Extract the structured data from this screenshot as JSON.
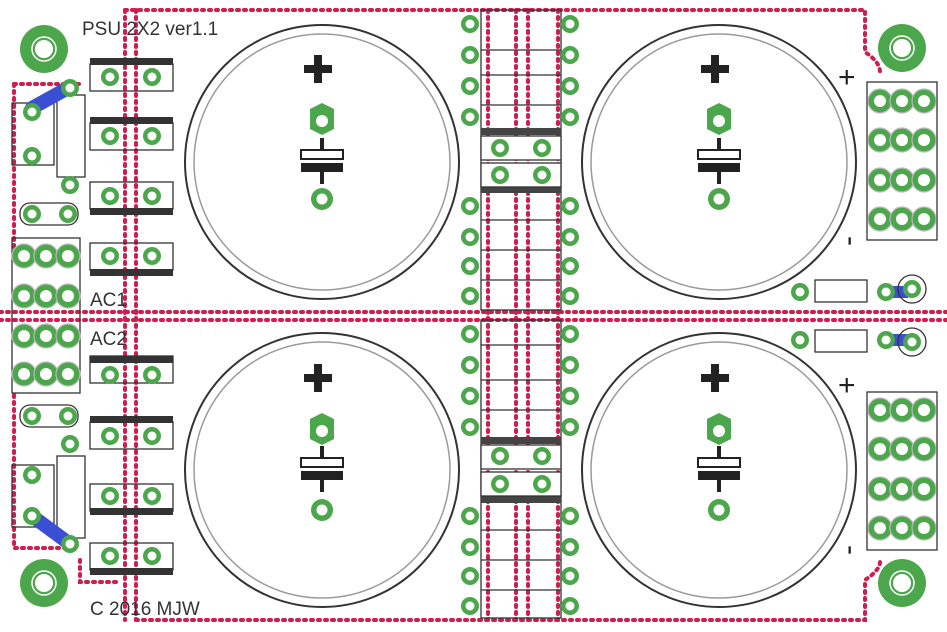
{
  "board": {
    "title": "PSU 2X2 ver1.1",
    "copyright": "C 2016 MJW",
    "labels": {
      "ac1": "AC1",
      "ac2": "AC2",
      "plus": "+",
      "minus": "-"
    }
  },
  "colors": {
    "background": "#ffffff",
    "silkscreen": "#333333",
    "pad_fill": "#4ca64c",
    "pad_hole": "#ffffff",
    "trace_dotted": "#cc1f4e",
    "bridge": "#3b4fd4",
    "outline": "#b3b3b3"
  },
  "components": {
    "capacitors": [
      "C1",
      "C2",
      "C3",
      "C4"
    ],
    "terminal_blocks": [
      "right-top",
      "right-bottom",
      "left-ac"
    ],
    "rectifier_strips": [
      "top",
      "bottom"
    ]
  }
}
